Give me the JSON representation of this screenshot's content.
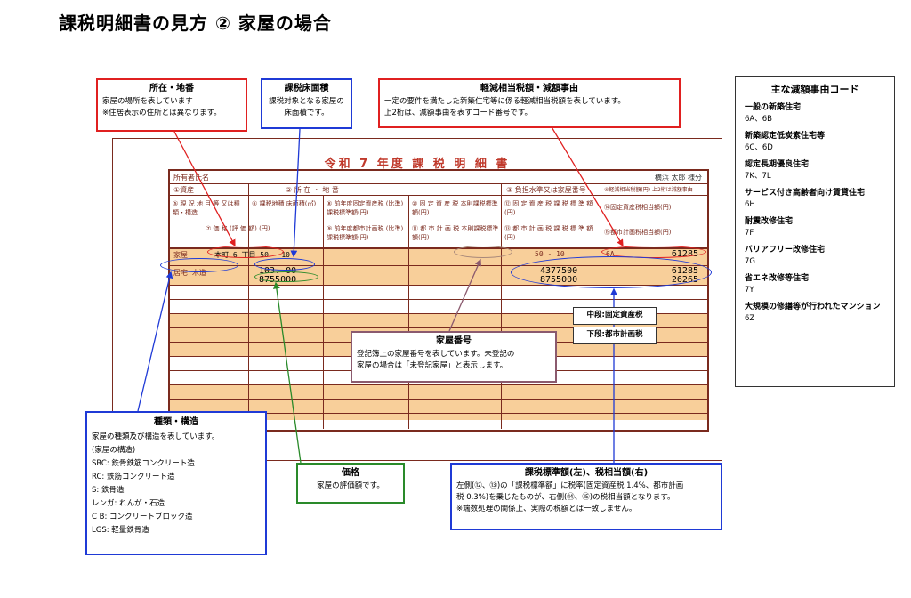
{
  "title": "課税明細書の見方 ② 家屋の場合",
  "callouts": {
    "location": {
      "title": "所在・地番",
      "line1": "家屋の場所を表しています",
      "line2": "※住居表示の住所とは異なります。"
    },
    "floor": {
      "title": "課税床面積",
      "line1": "課税対象となる家屋の",
      "line2": "床面積です。"
    },
    "reduction": {
      "title": "軽減相当税額・減額事由",
      "line1": "一定の要件を満たした新築住宅等に係る軽減相当税額を表しています。",
      "line2": "上2桁は、減額事由を表すコード番号です。"
    },
    "house_number": {
      "title": "家屋番号",
      "line1": "登記簿上の家屋番号を表しています。未登記の",
      "line2": "家屋の場合は「未登記家屋」と表示します。"
    },
    "kind": {
      "title": "種類・構造",
      "lines": [
        "家屋の種類及び構造を表しています。",
        "(家屋の構造)",
        "SRC: 鉄骨鉄筋コンクリート造",
        "RC:  鉄筋コンクリート造",
        "S:    鉄骨造",
        "レンガ: れんが・石造",
        "C B: コンクリートブロック造",
        "LGS: 軽量鉄骨造"
      ]
    },
    "price": {
      "title": "価格",
      "line1": "家屋の評価額です。"
    },
    "standard": {
      "title": "課税標準額(左)、税相当額(右)",
      "line1": "左側(⑫、⑬)の「課税標準額」に税率(固定資産税 1.4%、都市計画",
      "line2": "税 0.3%)を乗じたものが、右側(⑭、⑮)の税相当額となります。",
      "line3": "※端数処理の関係上、実際の税額とは一致しません。"
    },
    "mid_label": "中段:固定資産税",
    "low_label": "下段:都市計画税"
  },
  "side": {
    "title": "主な減額事由コード",
    "items": [
      {
        "name": "一般の新築住宅",
        "code": "6A、6B"
      },
      {
        "name": "新築認定低炭素住宅等",
        "code": "6C、6D"
      },
      {
        "name": "認定長期優良住宅",
        "code": "7K、7L"
      },
      {
        "name": "サービス付き高齢者向け賃貸住宅",
        "code": "6H"
      },
      {
        "name": "耐震改修住宅",
        "code": "7F"
      },
      {
        "name": "バリアフリー改修住宅",
        "code": "7G"
      },
      {
        "name": "省エネ改修等住宅",
        "code": "7Y"
      },
      {
        "name": "大規模の修繕等が行われたマンション",
        "code": "6Z"
      }
    ]
  },
  "document": {
    "title": "令和 7 年度 課 税 明 細 書",
    "owner_label": "所有者氏名",
    "owner_name": "横浜 太郎 様分",
    "headers": {
      "h1": "①資産",
      "h2": "②    所 在 ・ 地 番",
      "h3": "③ 負担水準又は家屋番号",
      "h4": "④軽減相当税額(円) 上2桁は減額事由",
      "h5": "⑤ 現 況 地 目 等 又は種類・構造",
      "h6": "⑥ 課税地積 床面積(㎡)",
      "h8": "⑧ 前年度固定資産税 (比準)課税標準額(円)",
      "h10": "⑩ 固 定 資 産 税 本則課税標準額(円)",
      "h12": "⑫ 固 定 資 産 税 課 税 標 準 額(円)",
      "h14": "⑭固定資産税相当額(円)",
      "h7": "⑦    価  格 (評 価 額) (円)",
      "h9": "⑨ 前年度都市計画税 (比準)課税標準額(円)",
      "h11": "⑪ 都 市 計 画 税 本則課税標準額(円)",
      "h13": "⑬ 都 市 計 画 税 課 税 標 準 額(円)",
      "h15": "⑮都市計画税相当額(円)"
    },
    "row": {
      "asset": "家屋",
      "address": "本町 6 丁目 50 - 10",
      "house_no": "50 - 10",
      "reduction_code": "6A",
      "reduction_amount": "61285",
      "kind": "居宅 木造",
      "floor_area": "103. 00",
      "price": "8755000",
      "fixed_standard": "4377500",
      "city_standard": "8755000",
      "fixed_tax": "61285",
      "city_tax": "26265"
    }
  }
}
